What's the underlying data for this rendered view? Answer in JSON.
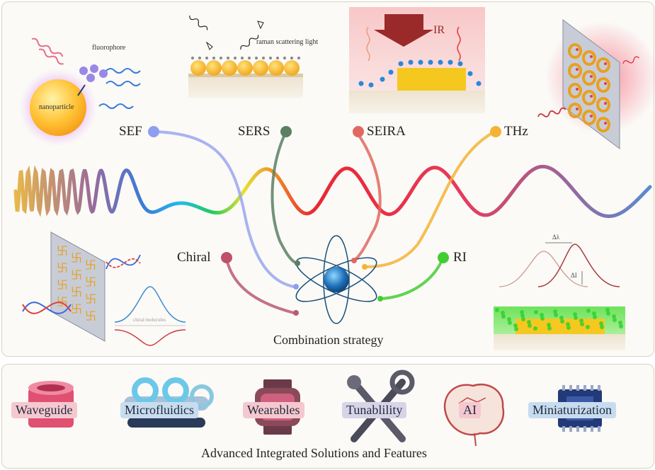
{
  "labels": {
    "fluorophore": "fluorophore",
    "nanoparticle": "nanoparticle",
    "raman": "raman scattering light",
    "ir": "IR",
    "chiral_molecules": "chiral molecules",
    "delta_lambda": "Δλ",
    "delta_i": "ΔI"
  },
  "techniques": {
    "sef": "SEF",
    "sers": "SERS",
    "seira": "SEIRA",
    "thz": "THz",
    "chiral": "Chiral",
    "ri": "RI"
  },
  "center_caption": "Combination strategy",
  "features": [
    {
      "label": "Waveguide"
    },
    {
      "label": "Microfluidics"
    },
    {
      "label": "Wearables"
    },
    {
      "label": "Tunablility"
    },
    {
      "label": "AI"
    },
    {
      "label": "Miniaturization"
    }
  ],
  "bottom_caption": "Advanced Integrated Solutions and Features",
  "colors": {
    "sef": "#8e9ef0",
    "sers": "#5b7f63",
    "seira": "#e06860",
    "thz": "#f5b335",
    "chiral": "#c0506a",
    "ri": "#44cc33"
  }
}
